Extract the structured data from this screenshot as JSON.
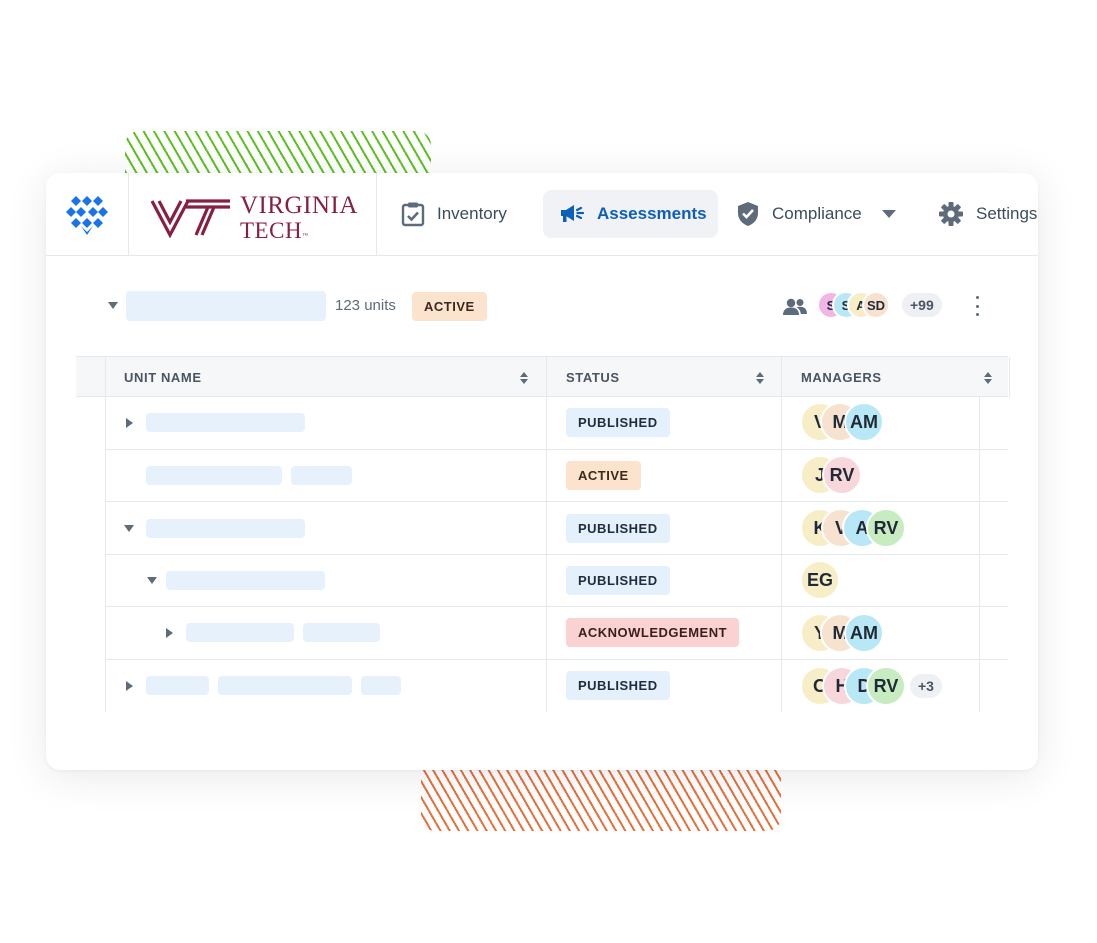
{
  "nav": {
    "org_name_line1": "VIRGINIA",
    "org_name_line2": "TECH",
    "items": [
      {
        "label": "Inventory",
        "icon": "clipboard-check-icon",
        "active": false
      },
      {
        "label": "Assessments",
        "icon": "megaphone-icon",
        "active": true
      },
      {
        "label": "Compliance",
        "icon": "shield-check-icon",
        "active": false
      },
      {
        "label": "Settings",
        "icon": "gear-icon",
        "active": false
      }
    ]
  },
  "project": {
    "units": "123 units",
    "status": "ACTIVE",
    "members": [
      "S",
      "S",
      "A",
      "SD"
    ],
    "members_more": "+99"
  },
  "table": {
    "columns": [
      "UNIT NAME",
      "STATUS",
      "MANAGERS"
    ],
    "rows": [
      {
        "status": "PUBLISHED",
        "managers": [
          "V",
          "M",
          "AM"
        ],
        "more": ""
      },
      {
        "status": "ACTIVE",
        "managers": [
          "J",
          "RV"
        ],
        "more": ""
      },
      {
        "status": "PUBLISHED",
        "managers": [
          "K",
          "V",
          "A",
          "RV"
        ],
        "more": ""
      },
      {
        "status": "PUBLISHED",
        "managers": [
          "EG"
        ],
        "more": ""
      },
      {
        "status": "ACKNOWLEDGEMENT",
        "managers": [
          "Y",
          "M",
          "AM"
        ],
        "more": ""
      },
      {
        "status": "PUBLISHED",
        "managers": [
          "O",
          "H",
          "D",
          "RV"
        ],
        "more": "+3"
      }
    ]
  },
  "colors": {
    "brand_blue": "#1a73e8",
    "vt_maroon": "#861f41",
    "active_nav_text": "#0b5fb8",
    "badge_published": "#e5f0fd",
    "badge_active": "#fbe3cd",
    "badge_ack": "#fbd2d2",
    "avatar_yellow": "#f7edc7",
    "avatar_peach": "#f7e2d0",
    "avatar_cyan": "#b8e8f5",
    "avatar_pink": "#f8d7dc",
    "avatar_green": "#c7ecc0",
    "avatar_magenta": "#f2b6e6"
  }
}
